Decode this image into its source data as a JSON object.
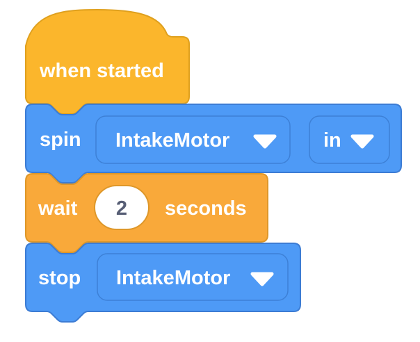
{
  "workspace": {
    "description": "block programming canvas"
  },
  "colors": {
    "hat_fill": "#FBB62C",
    "hat_stroke": "#DFA01E",
    "blue_fill": "#4E9AF6",
    "blue_stroke": "#3C7CD4",
    "blue_dropdown_stroke": "#3D80D6",
    "orange_fill": "#F9A93A",
    "orange_stroke": "#DE9729",
    "input_fill": "#FFFFFF",
    "input_text": "#575E75",
    "label_text": "#FFFFFF"
  },
  "icons": {
    "dropdown_arrow": "▾"
  },
  "blocks": {
    "when_started": {
      "label": "when started"
    },
    "spin": {
      "label": "spin",
      "motor_dropdown": {
        "value": "IntakeMotor"
      },
      "direction_dropdown": {
        "value": "in"
      }
    },
    "wait": {
      "label": "wait",
      "value": "2",
      "unit_label": "seconds"
    },
    "stop": {
      "label": "stop",
      "motor_dropdown": {
        "value": "IntakeMotor"
      }
    }
  }
}
